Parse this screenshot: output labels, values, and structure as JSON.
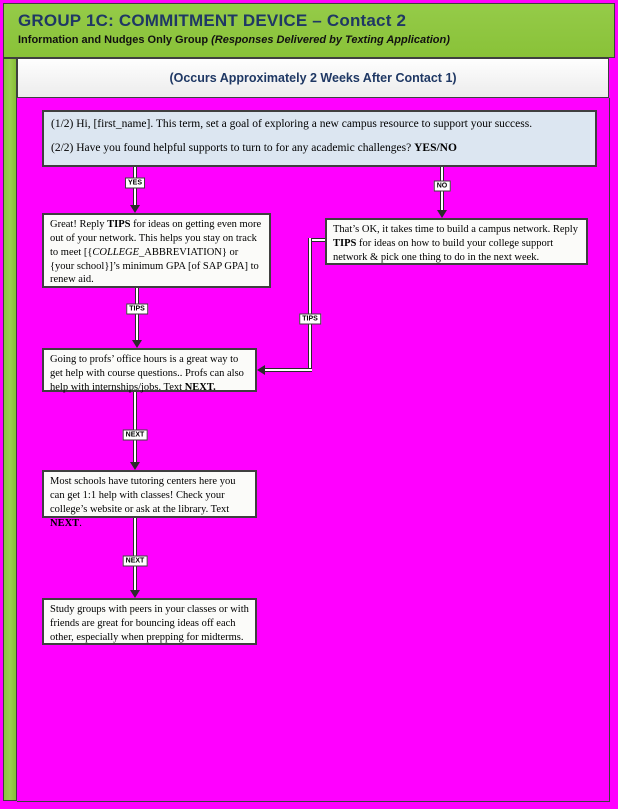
{
  "header": {
    "title": "GROUP 1C: COMMITMENT DEVICE – Contact 2",
    "subtitle_plain": "Information and Nudges Only Group ",
    "subtitle_italic": "(Responses Delivered by Texting Application)"
  },
  "timing_banner": "(Occurs Approximately 2 Weeks After Contact 1)",
  "colors": {
    "background_magenta": "#FF00FF",
    "header_green": "#8EC63F",
    "title_navy": "#1F3864",
    "message_fill": "#DCE6F1",
    "box_fill": "#FBFBF9",
    "line": "#2B2B2B"
  },
  "flowchart": {
    "message": {
      "p1": "(1/2) Hi, [first_name]. This term, set a goal of exploring a new campus resource to support your success.",
      "p2_text": "(2/2) Have you found helpful supports to turn to for any academic challenges? ",
      "p2_bold": "YES/NO"
    },
    "connector_labels": {
      "yes": "YES",
      "no": "NO",
      "tips": "TIPS",
      "next": "NEXT"
    },
    "yes_branch": {
      "t1": "Great! Reply ",
      "bold1": "TIPS",
      "t2": " for ideas on getting even more out of your network. This helps you stay on track to meet [{",
      "italic1": "COLLEGE",
      "t3": "_ABBREVIATION} or {your school}]’s minimum GPA [of SAP GPA] to renew aid."
    },
    "no_branch": {
      "t1": "That’s OK, it takes time to build a campus network. Reply ",
      "bold1": "TIPS",
      "t2": " for ideas on how to build your college support network & pick one thing to do in the next week."
    },
    "office_hours": {
      "t1": "Going to profs’ office hours is a great way to get help with course questions.. Profs can also help with internships/jobs. Text ",
      "bold1": "NEXT."
    },
    "tutoring": {
      "t1": "Most schools have tutoring centers here you can get 1:1 help with classes! Check your college’s website or ask at the library. Text ",
      "bold1": "NEXT",
      "t2": "."
    },
    "study_groups": {
      "t1": "Study groups with peers in your classes or with friends are great for bouncing ideas off each other, especially when prepping for midterms."
    }
  }
}
